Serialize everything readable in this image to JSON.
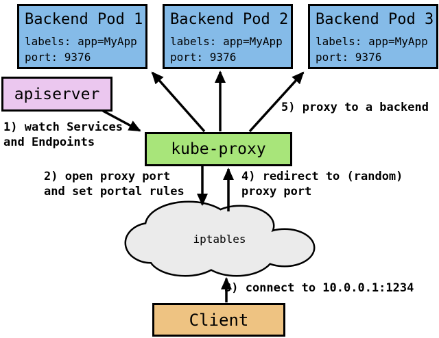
{
  "diagram": {
    "pods": [
      {
        "title": "Backend Pod 1",
        "labels": "labels: app=MyApp",
        "port": "port: 9376"
      },
      {
        "title": "Backend Pod 2",
        "labels": "labels: app=MyApp",
        "port": "port: 9376"
      },
      {
        "title": "Backend Pod 3",
        "labels": "labels: app=MyApp",
        "port": "port: 9376"
      }
    ],
    "apiserver_label": "apiserver",
    "kube_proxy_label": "kube-proxy",
    "iptables_label": "iptables",
    "client_label": "Client",
    "steps": {
      "step1_line1": "1) watch Services",
      "step1_line2": "and Endpoints",
      "step2_line1": "2) open proxy port",
      "step2_line2": "and set portal rules",
      "step3": "3) connect to 10.0.0.1:1234",
      "step4_line1": "4) redirect to (random)",
      "step4_line2": "proxy port",
      "step5": "5) proxy to a backend"
    },
    "colors": {
      "pod_fill": "#85BBE8",
      "apiserver_fill": "#EBC7EF",
      "kube_proxy_fill": "#A8E57A",
      "client_fill": "#EEC382",
      "cloud_fill": "#EBEBEB",
      "line_color": "#000000",
      "background": "#FFFFFF"
    }
  }
}
